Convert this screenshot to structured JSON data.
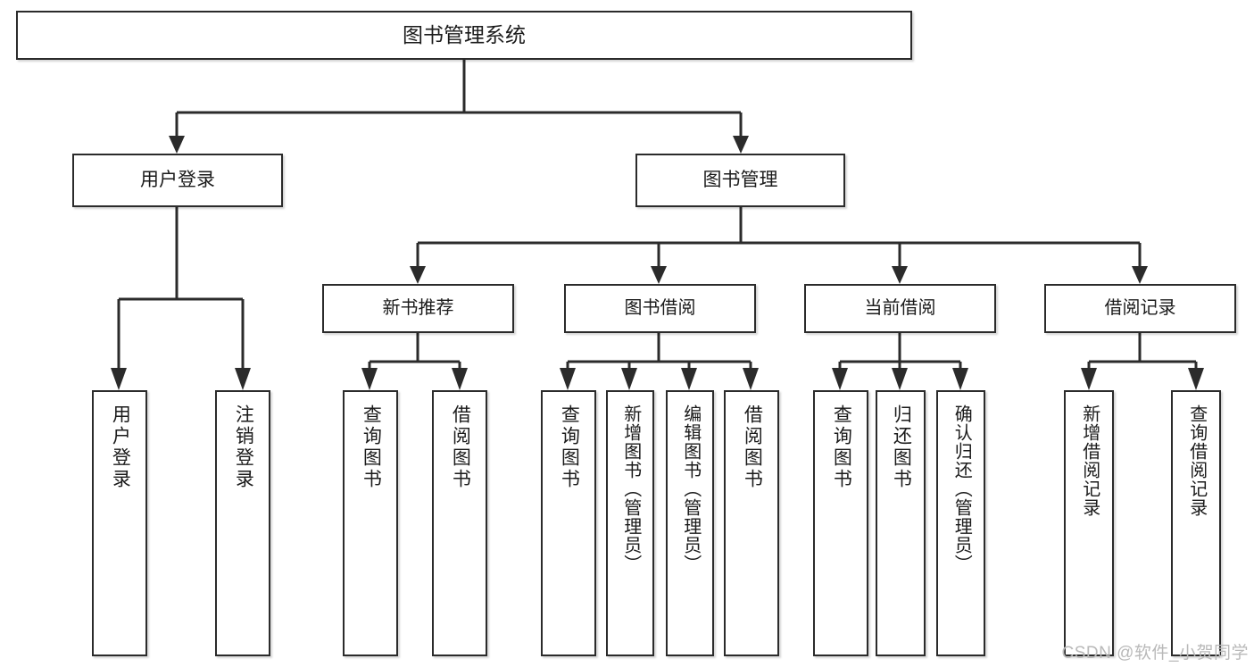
{
  "diagram": {
    "title": "图书管理系统",
    "type": "tree-hierarchy-chart",
    "colors": {
      "box_border": "#2b2b2b",
      "box_fill": "#ffffff",
      "connector": "#2b2b2b",
      "text": "#1b1b1b",
      "watermark": "#b9b9b9",
      "background": "#ffffff"
    }
  },
  "root": {
    "label": "图书管理系统"
  },
  "level2": [
    {
      "label": "用户登录"
    },
    {
      "label": "图书管理"
    }
  ],
  "level3": [
    {
      "label": "新书推荐"
    },
    {
      "label": "图书借阅"
    },
    {
      "label": "当前借阅"
    },
    {
      "label": "借阅记录"
    }
  ],
  "leaves": {
    "user_login": [
      {
        "label": "用户登录"
      },
      {
        "label": "注销登录"
      }
    ],
    "new_book": [
      {
        "label": "查询图书"
      },
      {
        "label": "借阅图书"
      }
    ],
    "borrow": [
      {
        "label": "查询图书"
      },
      {
        "label": "新增图书（管理员）"
      },
      {
        "label": "编辑图书（管理员）"
      },
      {
        "label": "借阅图书"
      }
    ],
    "current": [
      {
        "label": "查询图书"
      },
      {
        "label": "归还图书"
      },
      {
        "label": "确认归还（管理员）"
      }
    ],
    "records": [
      {
        "label": "新增借阅记录"
      },
      {
        "label": "查询借阅记录"
      }
    ]
  },
  "watermark": {
    "text": "CSDN @软件_小贺同学"
  }
}
